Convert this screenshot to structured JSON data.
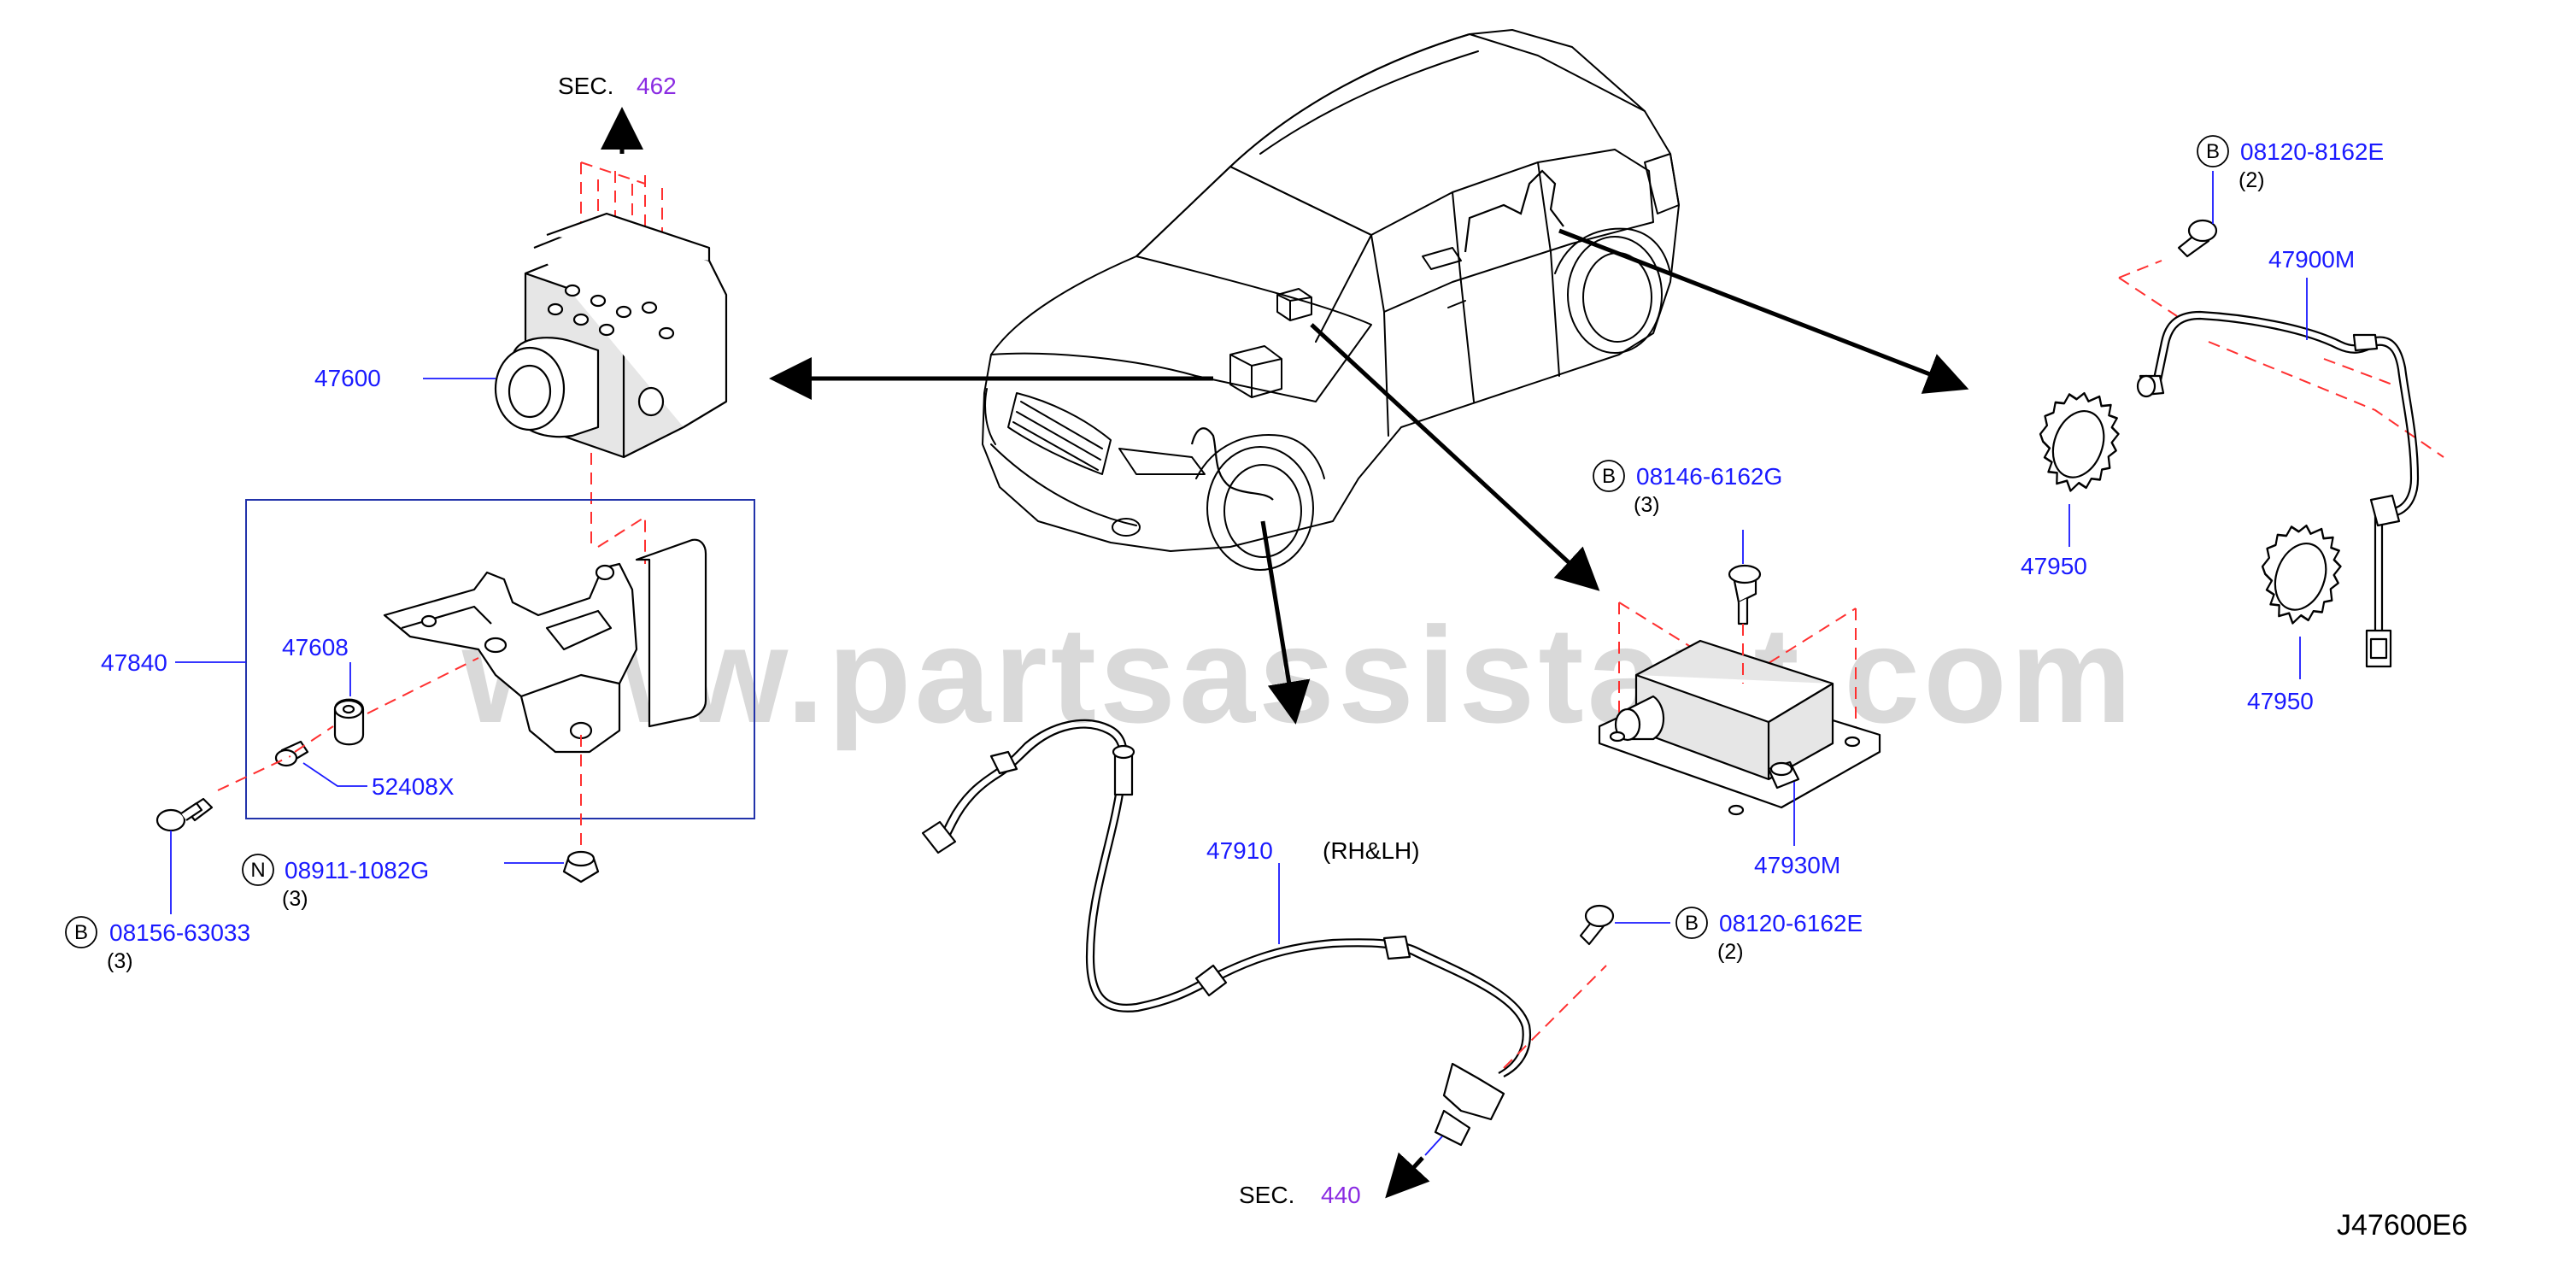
{
  "watermark": "www.partsassistant.com",
  "diagram_code": "J47600E6",
  "sections": [
    {
      "prefix": "SEC.",
      "number": "462"
    },
    {
      "prefix": "SEC.",
      "number": "440"
    }
  ],
  "parts": {
    "abs_actuator": "47600",
    "bracket_assy": "47840",
    "insulator": "47608",
    "collar": "52408X",
    "sensor_front": "47910",
    "sensor_front_note": "(RH&LH)",
    "sensor_rear": "47900M",
    "sensor_rotor_upper": "47950",
    "sensor_rotor_lower": "47950",
    "yaw_sensor": "47930M"
  },
  "fasteners": [
    {
      "badge": "B",
      "part": "08156-63033",
      "qty": "(3)"
    },
    {
      "badge": "N",
      "part": "08911-1082G",
      "qty": "(3)"
    },
    {
      "badge": "B",
      "part": "08146-6162G",
      "qty": "(3)"
    },
    {
      "badge": "B",
      "part": "08120-8162E",
      "qty": "(2)"
    },
    {
      "badge": "B",
      "part": "08120-6162E",
      "qty": "(2)"
    }
  ],
  "colors": {
    "part_number": "#1a1aff",
    "section_number": "#8a2be2",
    "phantom_line": "#ff3030",
    "watermark": "#d9d9d9"
  }
}
